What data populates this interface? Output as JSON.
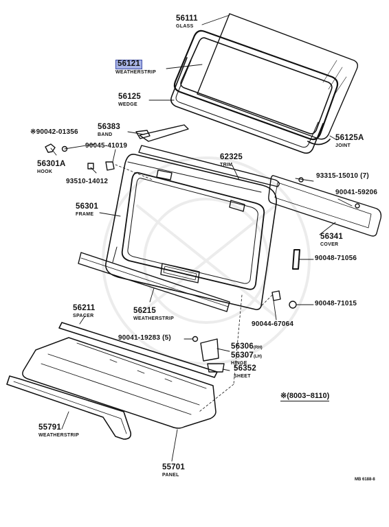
{
  "parts": {
    "glass": {
      "number": "56111",
      "name": "GLASS"
    },
    "weatherstrip_upper": {
      "number": "56121",
      "name": "WEATHERSTRIP"
    },
    "wedge": {
      "number": "56125",
      "name": "WEDGE"
    },
    "joint": {
      "number": "56125A",
      "name": "JOINT"
    },
    "band": {
      "number": "56383",
      "name": "BAND"
    },
    "screw_marked": {
      "number": "※90042-01356"
    },
    "bolt_45": {
      "number": "90045-41019"
    },
    "hook": {
      "number": "56301A",
      "name": "HOOK"
    },
    "clip_93510": {
      "number": "93510-14012"
    },
    "trim": {
      "number": "62325",
      "name": "TRIM"
    },
    "nut_93315": {
      "number": "93315-15010",
      "qty": "(7)"
    },
    "bolt_41": {
      "number": "90041-59206"
    },
    "frame": {
      "number": "56301",
      "name": "FRAME"
    },
    "cover": {
      "number": "56341",
      "name": "COVER"
    },
    "grommet_71056": {
      "number": "90048-71056"
    },
    "spacer": {
      "number": "56211",
      "name": "SPACER"
    },
    "weatherstrip_lower": {
      "number": "56215",
      "name": "WEATHERSTRIP"
    },
    "grommet_71015": {
      "number": "90048-71015"
    },
    "clip_67064": {
      "number": "90044-67064"
    },
    "bolt_19283": {
      "number": "90041-19283",
      "qty": "(5)"
    },
    "hinge_rh": {
      "number": "56306",
      "side": "(RH)"
    },
    "hinge_lh": {
      "number": "56307",
      "side": "(LH)",
      "name": "HINGE"
    },
    "sheet": {
      "number": "56352",
      "name": "SHEET"
    },
    "weatherstrip_panel": {
      "number": "55791",
      "name": "WEATHERSTRIP"
    },
    "panel": {
      "number": "55701",
      "name": "PANEL"
    }
  },
  "note": "※(8003−8110)",
  "diagram_code": "MB 6188-8",
  "colors": {
    "highlight": "#a9b4e6",
    "line": "#111111"
  }
}
